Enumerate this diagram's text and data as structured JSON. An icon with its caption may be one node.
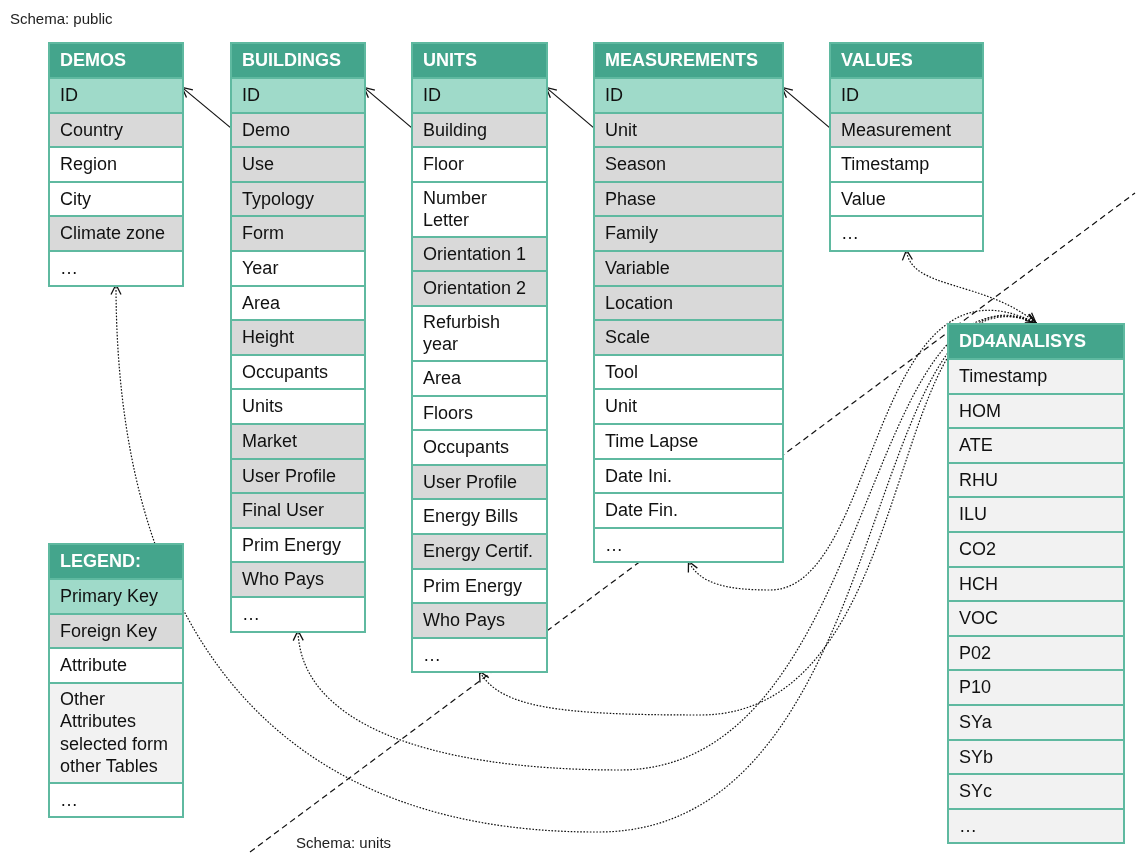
{
  "diagram": {
    "nodes": [
      {
        "text": [
          "DEMOS"
        ]
      },
      {
        "text": [
          "ID"
        ],
        "in": 0
      },
      {
        "text": [
          "Country"
        ],
        "in": 0
      },
      {
        "text": [
          "Region"
        ],
        "in": 0
      },
      {
        "text": [
          "City"
        ],
        "in": 0
      },
      {
        "text": [
          "Climate zone"
        ],
        "in": 0
      },
      {
        "text": [
          "…"
        ],
        "in": 0
      },
      {
        "text": [
          "BUILDINGS"
        ]
      },
      {
        "text": [
          "ID"
        ],
        "in": 7
      },
      {
        "text": [
          "Demo"
        ],
        "in": 7
      },
      {
        "text": [
          "Use"
        ],
        "in": 7
      },
      {
        "text": [
          "Typology"
        ],
        "in": 7
      },
      {
        "text": [
          "Form"
        ],
        "in": 7
      },
      {
        "text": [
          "Year"
        ],
        "in": 7
      },
      {
        "text": [
          "Area"
        ],
        "in": 7
      },
      {
        "text": [
          "Height"
        ],
        "in": 7
      },
      {
        "text": [
          "Occupants"
        ],
        "in": 7
      },
      {
        "text": [
          "Units"
        ],
        "in": 7
      },
      {
        "text": [
          "Market"
        ],
        "in": 7
      },
      {
        "text": [
          "User Profile"
        ],
        "in": 7
      },
      {
        "text": [
          "Final User"
        ],
        "in": 7
      },
      {
        "text": [
          "Prim Energy"
        ],
        "in": 7
      },
      {
        "text": [
          "Who Pays"
        ],
        "in": 7
      },
      {
        "text": [
          "…"
        ],
        "in": 7
      },
      {
        "text": [
          "UNITS"
        ]
      },
      {
        "text": [
          "ID"
        ],
        "in": 24
      },
      {
        "text": [
          "Building"
        ],
        "in": 24
      },
      {
        "text": [
          "Floor"
        ],
        "in": 24
      },
      {
        "text": [
          "Number Letter"
        ],
        "in": 24
      },
      {
        "text": [
          "Orientation 1"
        ],
        "in": 24
      },
      {
        "text": [
          "Orientation 2"
        ],
        "in": 24
      },
      {
        "text": [
          "Refurbish year"
        ],
        "in": 24
      },
      {
        "text": [
          "Area"
        ],
        "in": 24
      },
      {
        "text": [
          "Floors"
        ],
        "in": 24
      },
      {
        "text": [
          "Occupants"
        ],
        "in": 24
      },
      {
        "text": [
          "User Profile"
        ],
        "in": 24
      },
      {
        "text": [
          "Energy Bills"
        ],
        "in": 24
      },
      {
        "text": [
          "Energy Certif."
        ],
        "in": 24
      },
      {
        "text": [
          "Prim Energy"
        ],
        "in": 24
      },
      {
        "text": [
          "Who Pays"
        ],
        "in": 24
      },
      {
        "text": [
          "…"
        ],
        "in": 24
      },
      {
        "text": [
          "MEASUREMENTS"
        ]
      },
      {
        "text": [
          "ID"
        ],
        "in": 41
      },
      {
        "text": [
          "Unit"
        ],
        "in": 41
      },
      {
        "text": [
          "Season"
        ],
        "in": 41
      },
      {
        "text": [
          "Phase"
        ],
        "in": 41
      },
      {
        "text": [
          "Family"
        ],
        "in": 41
      },
      {
        "text": [
          "Variable"
        ],
        "in": 41
      },
      {
        "text": [
          "Location"
        ],
        "in": 41
      },
      {
        "text": [
          "Scale"
        ],
        "in": 41
      },
      {
        "text": [
          "Tool"
        ],
        "in": 41
      },
      {
        "text": [
          "Unit"
        ],
        "in": 41
      },
      {
        "text": [
          "Time Lapse"
        ],
        "in": 41
      },
      {
        "text": [
          "Date Ini."
        ],
        "in": 41
      },
      {
        "text": [
          "Date Fin."
        ],
        "in": 41
      },
      {
        "text": [
          "…"
        ],
        "in": 41
      },
      {
        "text": [
          "VALUES"
        ]
      },
      {
        "text": [
          "ID"
        ],
        "in": 56
      },
      {
        "text": [
          "Measurement"
        ],
        "in": 56
      },
      {
        "text": [
          "Timestamp"
        ],
        "in": 56
      },
      {
        "text": [
          "Value"
        ],
        "in": 56
      },
      {
        "text": [
          "…"
        ],
        "in": 56
      },
      {
        "text": [
          "DD4ANALISYS"
        ]
      },
      {
        "text": [
          "Timestamp"
        ],
        "in": 62
      },
      {
        "text": [
          "HOM"
        ],
        "in": 62
      },
      {
        "text": [
          "ATE"
        ],
        "in": 62
      },
      {
        "text": [
          "RHU"
        ],
        "in": 62
      },
      {
        "text": [
          "ILU"
        ],
        "in": 62
      },
      {
        "text": [
          "CO2"
        ],
        "in": 62
      },
      {
        "text": [
          "HCH"
        ],
        "in": 62
      },
      {
        "text": [
          "VOC"
        ],
        "in": 62
      },
      {
        "text": [
          "P02"
        ],
        "in": 62
      },
      {
        "text": [
          "P10"
        ],
        "in": 62
      },
      {
        "text": [
          "SYa"
        ],
        "in": 62
      },
      {
        "text": [
          "SYb"
        ],
        "in": 62
      },
      {
        "text": [
          "SYc"
        ],
        "in": 62
      },
      {
        "text": [
          "…"
        ],
        "in": 62
      }
    ],
    "edges": [
      {
        "from": 9,
        "to": 1,
        "arrow": "to"
      },
      {
        "from": 26,
        "to": 8,
        "arrow": "to"
      },
      {
        "from": 43,
        "to": 25,
        "arrow": "to"
      },
      {
        "from": 58,
        "to": 42,
        "arrow": "to"
      },
      {
        "from": 62,
        "to": 61,
        "arrow": "both",
        "style": "dashed"
      },
      {
        "from": 62,
        "to": 55,
        "arrow": "both",
        "style": "dashed"
      },
      {
        "from": 62,
        "to": 40,
        "arrow": "both",
        "style": "dashed"
      },
      {
        "from": 62,
        "to": 23,
        "arrow": "both",
        "style": "dashed"
      },
      {
        "from": 62,
        "to": 6,
        "arrow": "both",
        "style": "dashed"
      }
    ],
    "labels": [
      "Schema: public",
      "LEGEND:",
      "Schema: units"
    ],
    "legend": [
      {
        "text": "Primary Key",
        "color": "#9fdac9"
      },
      {
        "text": "Foreign Key",
        "color": "#d9d9d9"
      },
      {
        "text": "Attribute",
        "color": "#ffffff"
      },
      {
        "text": "Other Attributes selected form other Tables",
        "color": "#f2f2f2"
      },
      {
        "text": "…"
      }
    ]
  }
}
